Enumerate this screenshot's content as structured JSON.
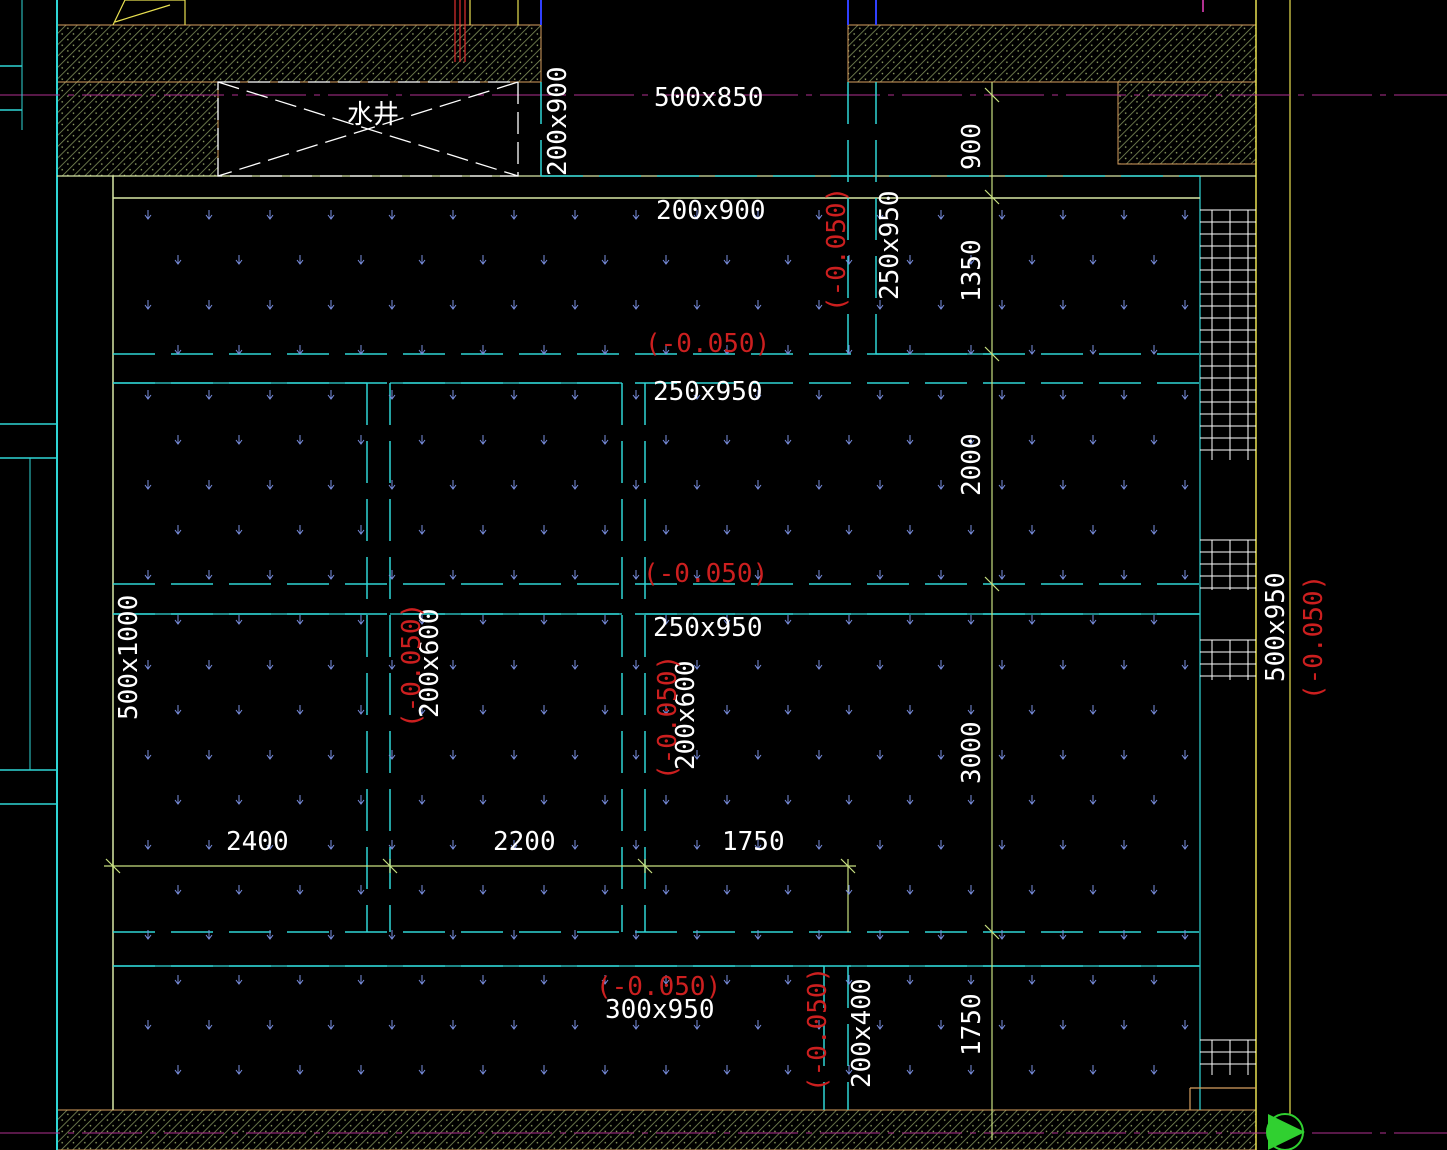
{
  "colors": {
    "background": "#000000",
    "beam_line": "#2fd6d6",
    "slab_edge": "#d8e7a6",
    "dim_line": "#c8e080",
    "text_white": "#ffffff",
    "text_red": "#cc1f1f",
    "arrow_blue": "#7a8fe0",
    "hatch": "#7f8f5a",
    "magenta": "#b03090",
    "yellow": "#e8e050",
    "blue_line": "#3040ff",
    "green_marker": "#30d030"
  },
  "labels": {
    "well": "水井",
    "beam_top": "500x850",
    "beam_200x900_v": "200x900",
    "beam_200x900_h": "200x900",
    "beam_250x950_a": "250x950",
    "beam_250x950_b": "250x950",
    "beam_250x950_v": "250x950",
    "beam_500x1000": "500x1000",
    "beam_200x600_a": "200x600",
    "beam_200x600_b": "200x600",
    "beam_300x950": "300x950",
    "beam_200x400": "200x400",
    "beam_500x950": "500x950",
    "dim_900": "900",
    "dim_1350": "1350",
    "dim_2000": "2000",
    "dim_3000": "3000",
    "dim_1750_v": "1750",
    "dim_2400": "2400",
    "dim_2200": "2200",
    "dim_1750_h": "1750",
    "elev": "(-0.050)"
  }
}
